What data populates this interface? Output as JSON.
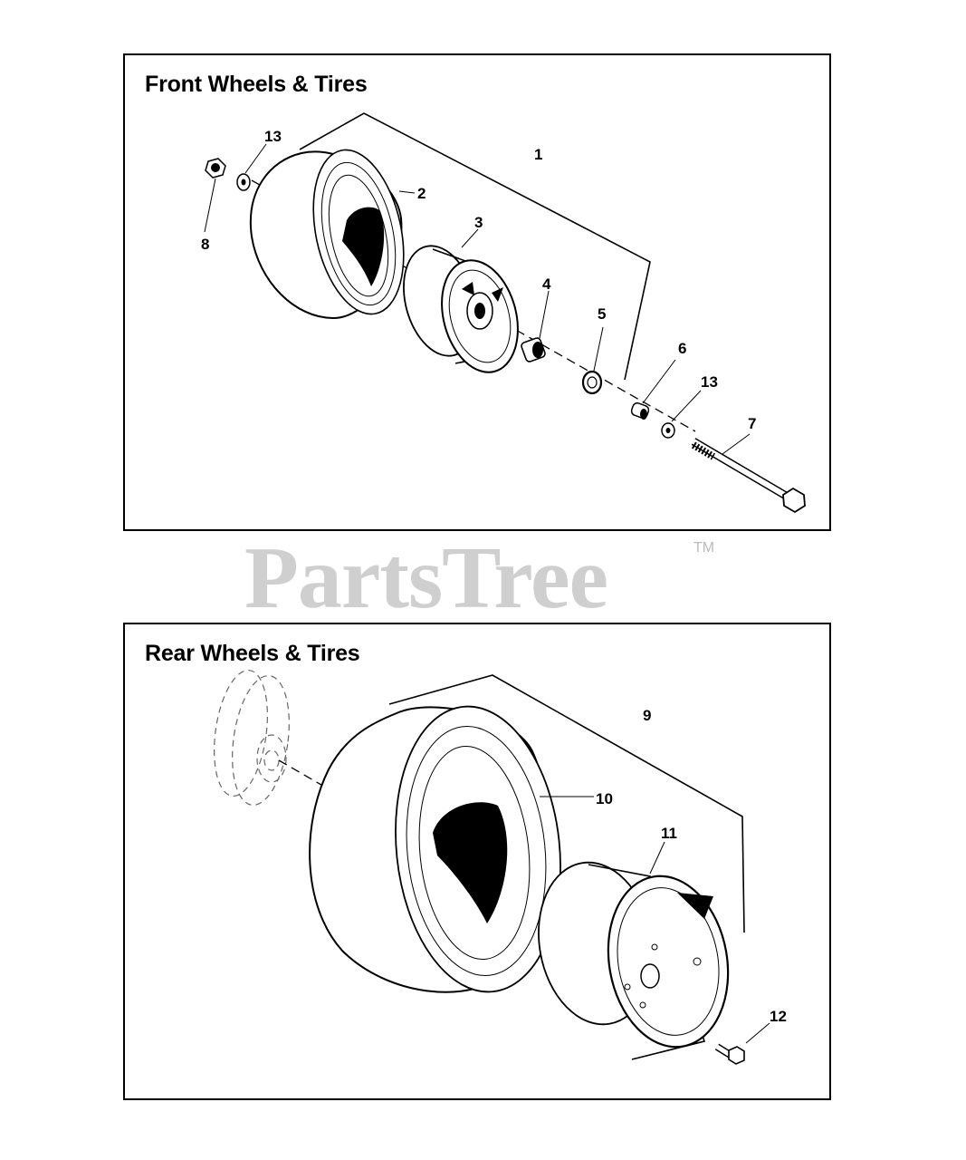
{
  "front": {
    "title": "Front Wheels & Tires",
    "callouts": [
      "1",
      "2",
      "3",
      "4",
      "5",
      "6",
      "13",
      "13",
      "7",
      "8"
    ]
  },
  "rear": {
    "title": "Rear Wheels & Tires",
    "callouts": [
      "9",
      "10",
      "11",
      "12"
    ]
  },
  "watermark": {
    "text": "PartsTree",
    "trademark": "TM"
  }
}
